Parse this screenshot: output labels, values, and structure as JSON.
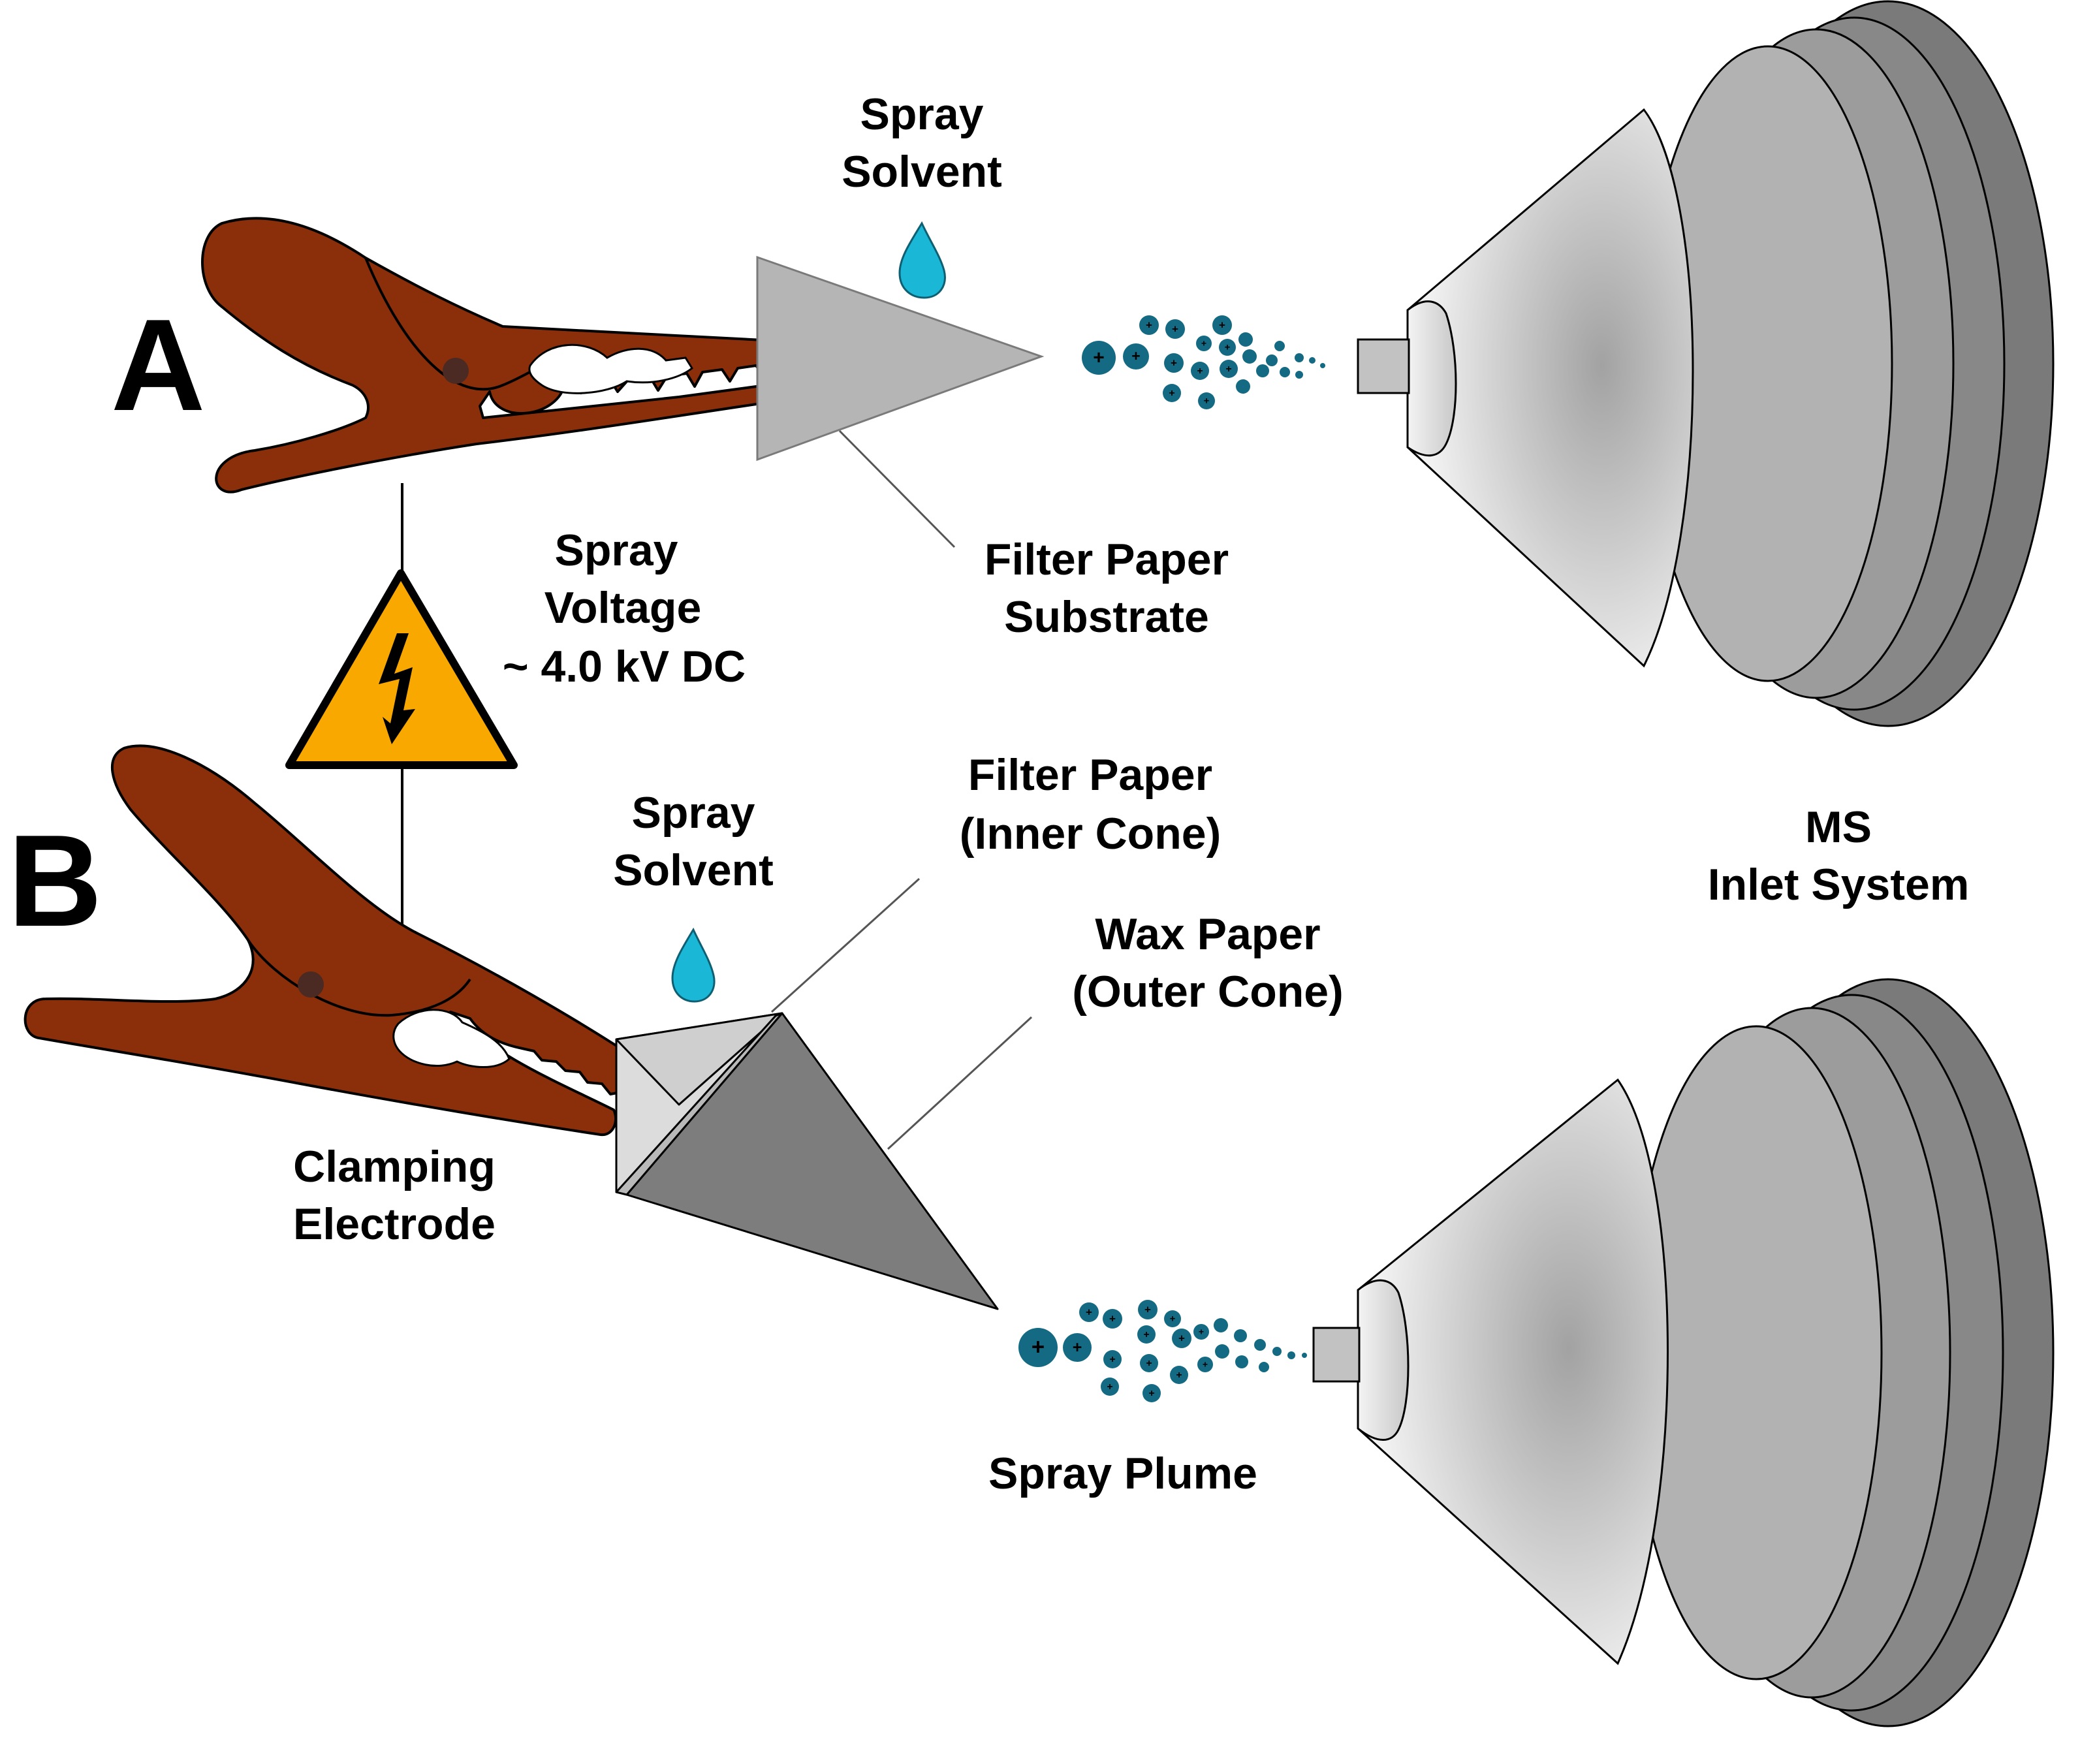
{
  "panels": {
    "a": {
      "letter": "A"
    },
    "b": {
      "letter": "B"
    }
  },
  "labels": {
    "spray_solvent_a": [
      "Spray",
      "Solvent"
    ],
    "filter_paper_substrate": [
      "Filter Paper",
      "Substrate"
    ],
    "spray_voltage": [
      "Spray",
      "Voltage",
      "~ 4.0 kV DC"
    ],
    "spray_solvent_b": [
      "Spray",
      "Solvent"
    ],
    "filter_paper_inner": [
      "Filter Paper",
      "(Inner Cone)"
    ],
    "wax_paper_outer": [
      "Wax Paper",
      "(Outer Cone)"
    ],
    "clamping_electrode": [
      "Clamping",
      "Electrode"
    ],
    "ms_inlet": [
      "MS",
      "Inlet System"
    ],
    "spray_plume": "Spray Plume"
  },
  "symbols": {
    "droplet_charge": "+",
    "hazard_icon": "high-voltage-warning"
  },
  "colors": {
    "clip_fill": "#8b2e0a",
    "pivot": "#4a2a22",
    "droplet": "#136a82",
    "solvent_drop": "#1bb7d6",
    "hazard_fill": "#f9a800",
    "paper_light": "#c4c4c4",
    "wax_cone": "#7d7d7d",
    "ms_dark": "#7a7a7a"
  }
}
